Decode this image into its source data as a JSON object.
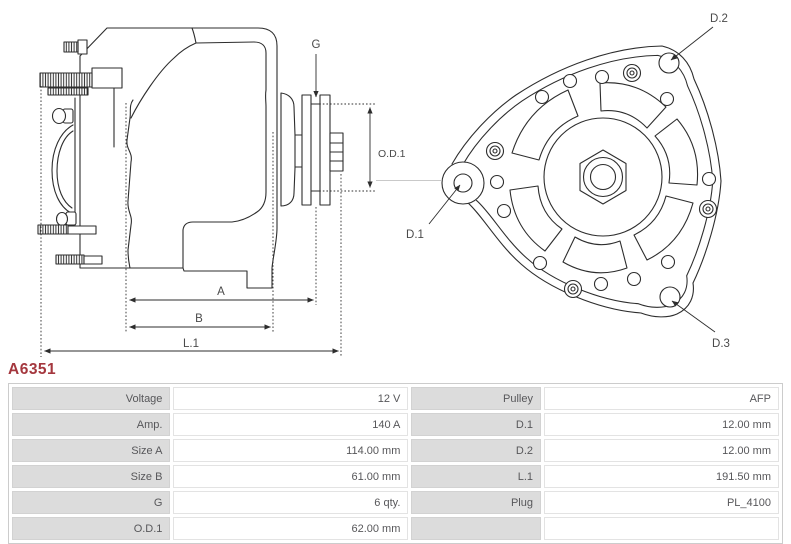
{
  "part_number": "A6351",
  "colors": {
    "accent_red": "#A4373E",
    "line": "#2d2d2d",
    "dim_label_gray": "#4a4a4a",
    "cell_bg_gray": "#dcdcdc",
    "table_border": "#cccccc",
    "table_text": "#57575A"
  },
  "diagram": {
    "side_view": {
      "g": "G",
      "od1": "O.D.1",
      "a": "A",
      "b": "B",
      "l1": "L.1"
    },
    "front_view": {
      "d1": "D.1",
      "d2": "D.2",
      "d3": "D.3"
    }
  },
  "spec_table": {
    "rows": [
      {
        "l1": "Voltage",
        "v1": "12 V",
        "l2": "Pulley",
        "v2": "AFP"
      },
      {
        "l1": "Amp.",
        "v1": "140 A",
        "l2": "D.1",
        "v2": "12.00 mm"
      },
      {
        "l1": "Size A",
        "v1": "114.00 mm",
        "l2": "D.2",
        "v2": "12.00 mm"
      },
      {
        "l1": "Size B",
        "v1": "61.00 mm",
        "l2": "L.1",
        "v2": "191.50 mm"
      },
      {
        "l1": "G",
        "v1": "6 qty.",
        "l2": "Plug",
        "v2": "PL_4100"
      },
      {
        "l1": "O.D.1",
        "v1": "62.00 mm",
        "l2": "",
        "v2": ""
      }
    ]
  }
}
